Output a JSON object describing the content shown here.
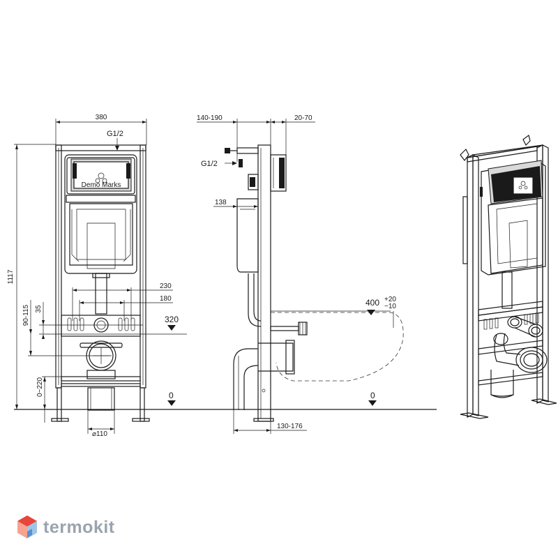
{
  "front_view": {
    "width": "380",
    "height": "1117",
    "water_inlet": "G1/2",
    "dim_230": "230",
    "dim_180": "180",
    "dim_35": "35",
    "dim_90_115": "90-115",
    "dim_320": "320",
    "dim_0_220": "0~220",
    "diameter": "⌀110",
    "zero_level": "0"
  },
  "side_view": {
    "dim_140_190": "140-190",
    "dim_20_70": "20-70",
    "water_inlet": "G1/2",
    "dim_138": "138",
    "dim_400": "400",
    "dim_400_plus": "+20",
    "dim_400_minus": "−10",
    "zero_level": "0",
    "dim_130_176": "130-176"
  },
  "brand": {
    "name": "termokit",
    "logo_colors": [
      "#e8453c",
      "#f6a38f",
      "#9fc6e8",
      "#5b8fd0"
    ]
  }
}
